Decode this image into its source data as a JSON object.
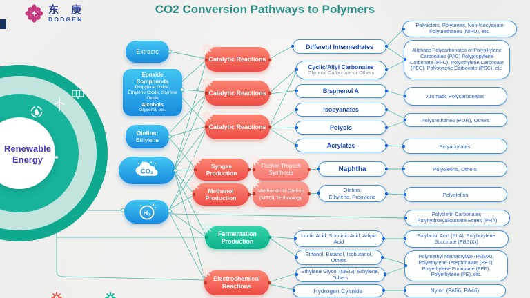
{
  "header": {
    "logo_cn": "东 庚",
    "logo_en": "DODGEN",
    "title": "CO2 Conversion Pathways to Polymers"
  },
  "energy": {
    "label": "Renewable Energy"
  },
  "feedstocks": {
    "extracts": {
      "label": "Extracts"
    },
    "epoxide": {
      "title": "Epoxide Compounds",
      "list": "Propylene Oxide, Ethylene Oxide, Styrene Oxide",
      "title2": "Alcohols",
      "list2": "Glycerol, etc."
    },
    "olefins": {
      "title": "Olefins:",
      "sub": "Ethylene"
    },
    "co2": {
      "label": "CO₂"
    },
    "h2": {
      "label": "H₂"
    }
  },
  "processes": {
    "catalytic1": {
      "label": "Catalytic Reactions"
    },
    "catalytic2": {
      "label": "Catalytic Reactions"
    },
    "catalytic3": {
      "label": "Catalytic Reactions"
    },
    "syngas": {
      "label": "Syngas Production"
    },
    "methanol": {
      "label": "Methanol Production"
    },
    "fischer_tropsch": {
      "label": "Fischer-Tropsch Synthesis"
    },
    "mto": {
      "label": "Methanol-to-Olefins (MTO) Technology"
    },
    "fermentation": {
      "label": "Fermentation Production"
    },
    "electrochemical": {
      "label": "Electrochemical Reactions"
    }
  },
  "intermediates": {
    "different": {
      "label": "Different Intermediates"
    },
    "cyclic": {
      "label": "Cyclic/Allyl Carbonates",
      "sub": "Glycerol Carbonate or Others"
    },
    "bisphenol": {
      "label": "Bisphenol A"
    },
    "isocyanates": {
      "label": "Isocyanates"
    },
    "polyols": {
      "label": "Polyols"
    },
    "acrylates": {
      "label": "Acrylates"
    },
    "naphtha": {
      "label": "Naphtha"
    },
    "olefins2": {
      "label": "Olefins:",
      "sub": "Ethylene, Propylene"
    },
    "lactic": {
      "label": "Lactic Acid, Succinic Acid, Adipic Acid"
    },
    "ethanol": {
      "label": "Ethanol, Butanol, Isobutanol, Others"
    },
    "meg": {
      "label": "Ethylene Glycol (MEG), Ethylene, Others"
    },
    "hcn": {
      "label": "Hydrogen Cyanide"
    }
  },
  "products": {
    "p1": {
      "label": "Polyesters, Polyureas, Non-Isocyanate Polyurethanes (NIPU), etc."
    },
    "p2": {
      "label": "Aliphatic Polycarbonates or Polyalkylene Carbonates (PAC) Polypropylene Carbonate (PPC), Polyethylene Carbonate (PEC), Polystyrene Carbonate (PSC), etc."
    },
    "p3": {
      "label": "Aromatic Polycarbonates"
    },
    "p4": {
      "label": "Polyurethanes (PUR), Others"
    },
    "p5": {
      "label": "Polyacrylates"
    },
    "p6": {
      "label": "Polyolefins, Others"
    },
    "p7": {
      "label": "Polyolefins"
    },
    "p8": {
      "label": "Polyolefin Carbonates, Polyhydroxyalkanoate Esters (PHA)"
    },
    "p9": {
      "label": "Polylactic Acid (PLA), Polybutylene Succinate (PBS(X))"
    },
    "p10": {
      "label": "Polymethyl Methacrylate (PMMA), Polyethylene Terephthalate (PET), Polyethylene Furanoate (PEF), Polyethylene (PE), etc."
    },
    "p11": {
      "label": "Nylon (PA66, PA46)"
    }
  },
  "colors": {
    "title_teal": "#2f8f89",
    "line_teal": "#46b8aa",
    "blue_box": "#1e9be4",
    "red_box": "#ee4c46",
    "teal_box": "#0cb38c",
    "pill_text_blue": "#1a49c4",
    "energy_text_purple": "#4a3ac0",
    "logo_magenta": "#c23a7d"
  }
}
